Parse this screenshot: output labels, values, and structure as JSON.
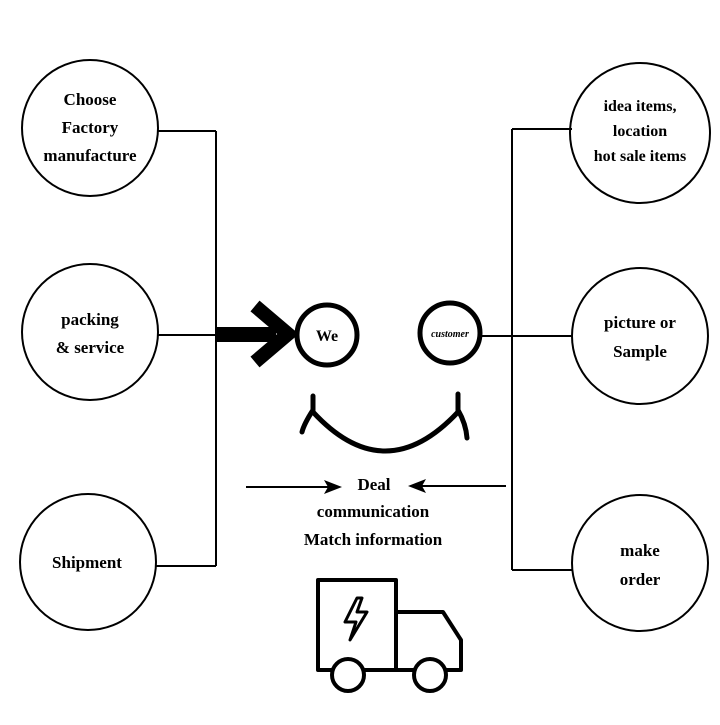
{
  "left_nodes": [
    {
      "lines": [
        "Choose",
        "Factory",
        "manufacture"
      ]
    },
    {
      "lines": [
        "packing",
        "& service"
      ]
    },
    {
      "lines": [
        "Shipment"
      ]
    }
  ],
  "right_nodes": [
    {
      "lines": [
        "idea items,",
        "location",
        "hot sale items"
      ]
    },
    {
      "lines": [
        "picture or",
        "Sample"
      ]
    },
    {
      "lines": [
        "make",
        "order"
      ]
    }
  ],
  "center": {
    "we_label": "We",
    "customer_label": "customer",
    "deal_lines": [
      "Deal",
      "communication",
      "Match information"
    ]
  },
  "icons": [
    "thick-arrow-icon",
    "smile-icon",
    "delivery-truck-icon",
    "lightning-icon"
  ],
  "colors": {
    "stroke": "#000000",
    "background": "#ffffff"
  }
}
